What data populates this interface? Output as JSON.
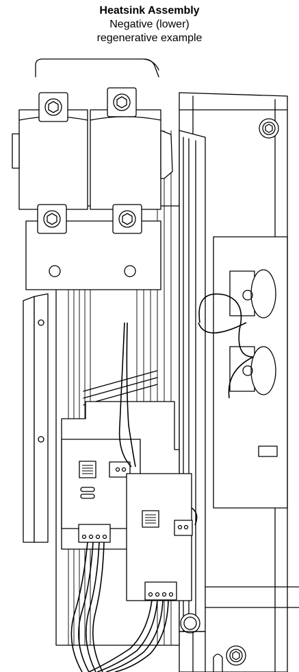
{
  "caption": {
    "title": "Heatsink Assembly",
    "line1": "Negative (lower)",
    "line2": "regenerative example"
  },
  "figure": {
    "subject": "heatsink-assembly-illustration",
    "parts": [
      "bolt-icon",
      "clamp-block",
      "heatsink-fins",
      "circuit-board",
      "connector",
      "wire-harness",
      "capacitor"
    ]
  }
}
